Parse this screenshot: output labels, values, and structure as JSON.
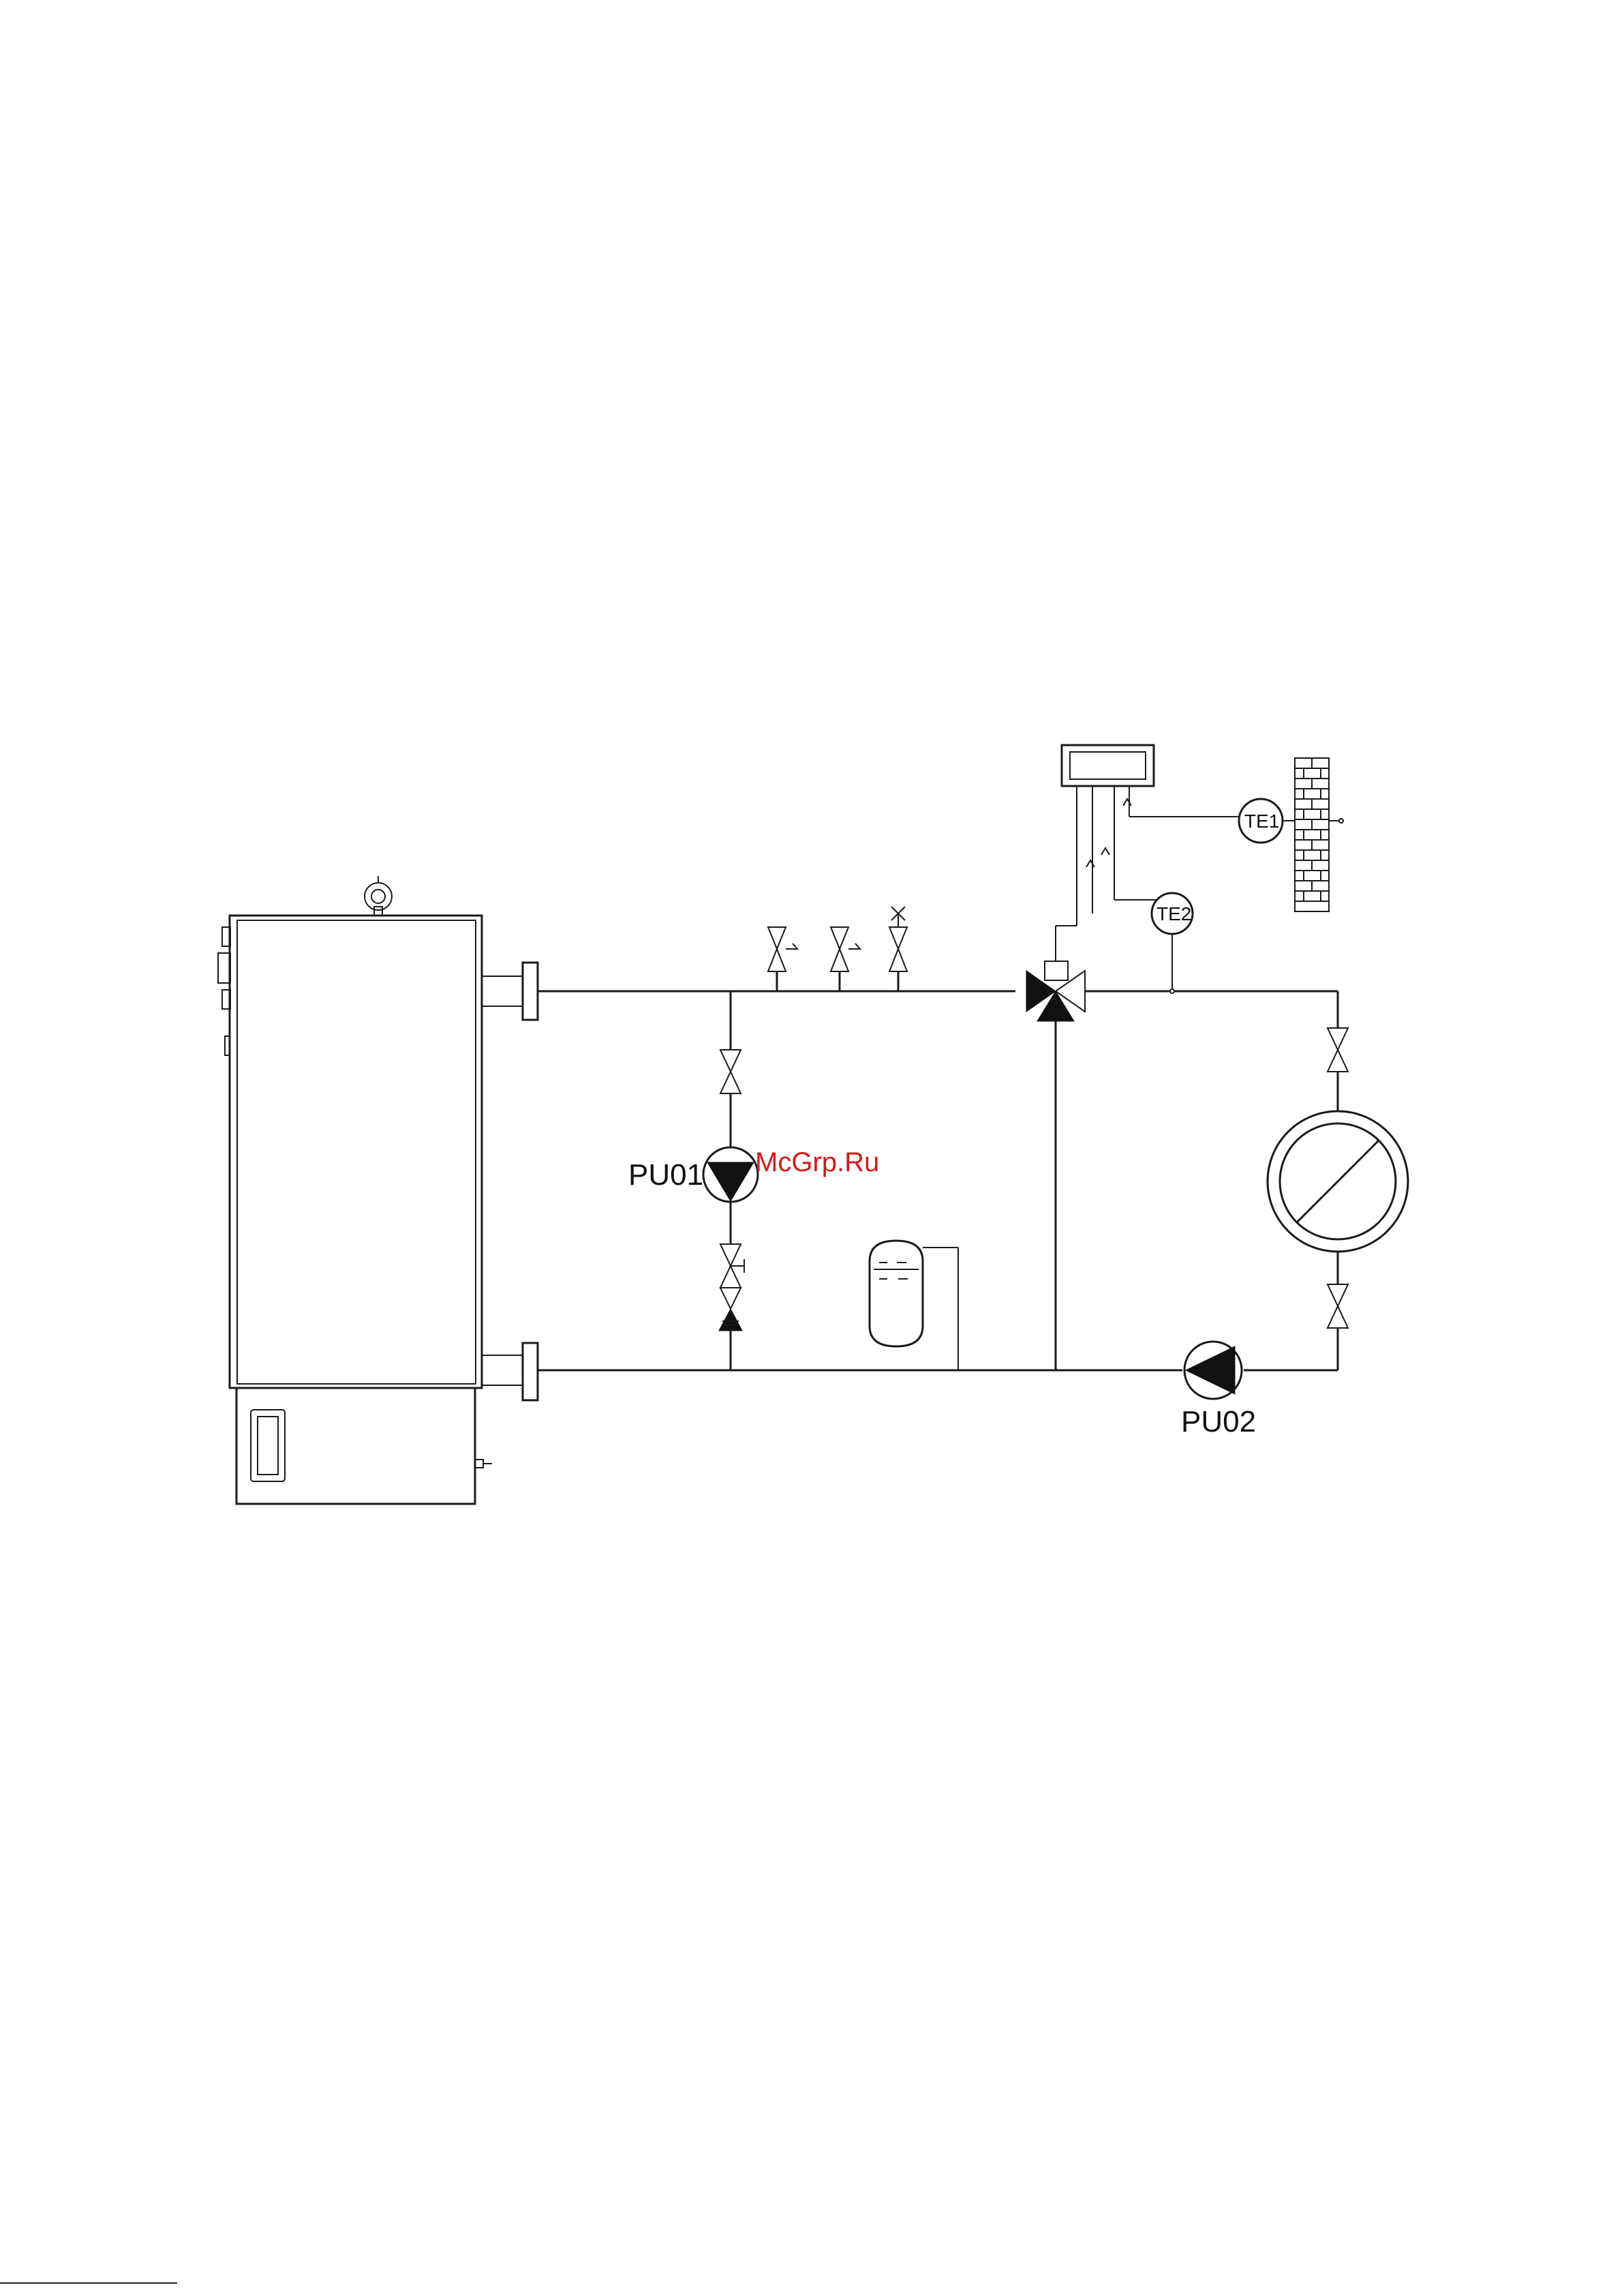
{
  "labels": {
    "pump_1": "PU01",
    "pump_2": "PU02",
    "sensor_outdoor": "TE1",
    "sensor_flow": "TE2"
  },
  "watermark": "McGrp.Ru"
}
